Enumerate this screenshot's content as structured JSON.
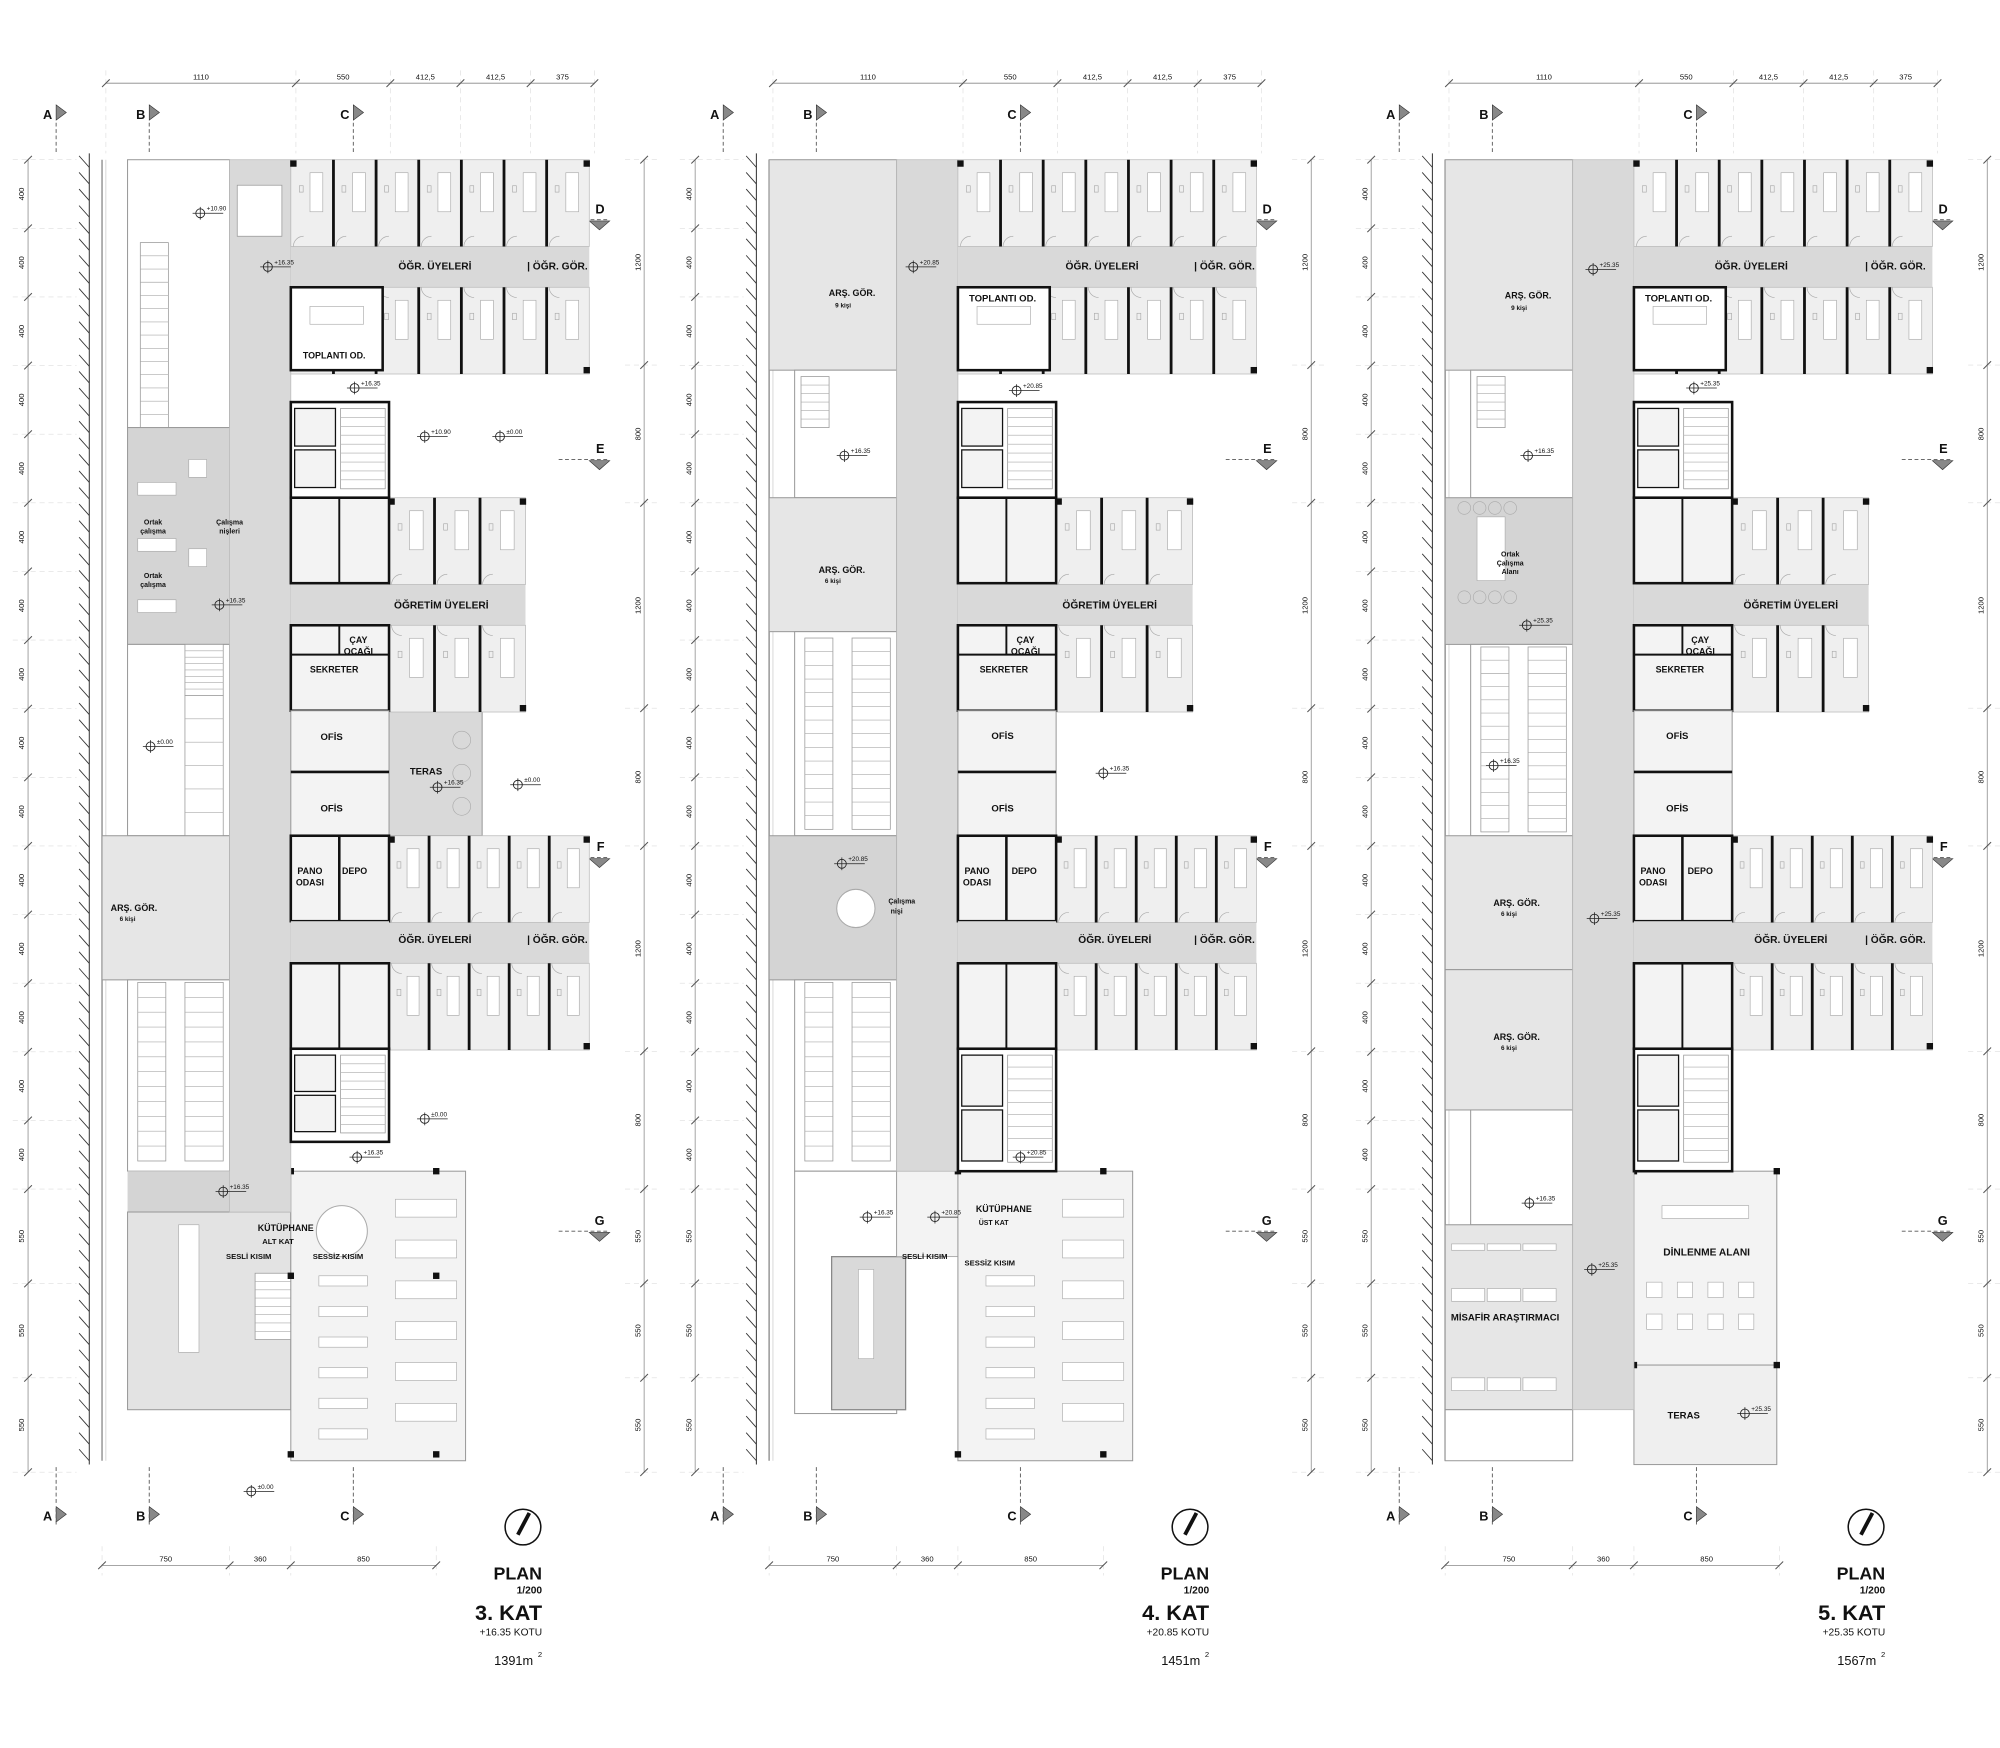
{
  "grid_labels": {
    "cols": [
      "A",
      "B",
      "C"
    ],
    "rows": [
      "D",
      "E",
      "F",
      "G"
    ]
  },
  "dimensions": {
    "top": [
      "1110",
      "550",
      "412,5",
      "412,5",
      "375"
    ],
    "bottom": [
      "750",
      "360",
      "850"
    ],
    "left": [
      "400",
      "400",
      "400",
      "400",
      "400",
      "400",
      "400",
      "400",
      "400",
      "400",
      "400",
      "400",
      "400",
      "400",
      "400",
      "550",
      "550",
      "550"
    ],
    "right": [
      "1200",
      "800",
      "1200",
      "800",
      "1200",
      "800",
      "550",
      "550",
      "550"
    ]
  },
  "plans": [
    {
      "title": "PLAN",
      "scale": "1/200",
      "floor": "3. KAT",
      "level": "+16.35 KOTU",
      "area": "1391m",
      "area_sup": "2",
      "rooms": [
        "ÖĞR. ÜYELERİ",
        "| ÖĞR. GÖR.",
        "TOPLANTI OD.",
        "Ortak",
        "çalışma",
        "Çalışma",
        "nişleri",
        "Ortak",
        "çalışma",
        "ÖĞRETİM ÜYELERİ",
        "ÇAY",
        "OCAĞI",
        "SEKRETER",
        "OFİS",
        "OFİS",
        "TERAS",
        "PANO",
        "ODASI",
        "DEPO",
        "ARŞ. GÖR.",
        "6 kişi",
        "ÖĞR. ÜYELERİ",
        "| ÖĞR. GÖR.",
        "KÜTÜPHANE",
        "ALT KAT",
        "SESLİ KISIM",
        "SESSİZ KISIM"
      ],
      "elevations": [
        "+10.90",
        "+16.35",
        "+16.35",
        "+10.90",
        "±0.00",
        "+16.35",
        "±0.00",
        "+16.35",
        "±0.00",
        "+16.35",
        "±0.00",
        "+16.35",
        "±0.00"
      ]
    },
    {
      "title": "PLAN",
      "scale": "1/200",
      "floor": "4. KAT",
      "level": "+20.85 KOTU",
      "area": "1451m",
      "area_sup": "2",
      "rooms": [
        "ARŞ. GÖR.",
        "9 kişi",
        "ÖĞR. ÜYELERİ",
        "| ÖĞR. GÖR.",
        "TOPLANTI OD.",
        "ARŞ. GÖR.",
        "6 kişi",
        "ÖĞRETİM ÜYELERİ",
        "ÇAY",
        "OCAĞI",
        "SEKRETER",
        "OFİS",
        "OFİS",
        "PANO",
        "ODASI",
        "DEPO",
        "Çalışma",
        "nişi",
        "ÖĞR. ÜYELERİ",
        "| ÖĞR. GÖR.",
        "KÜTÜPHANE",
        "ÜST KAT",
        "SESLİ KISIM",
        "SESSİZ KISIM"
      ],
      "elevations": [
        "+20.85",
        "+20.85",
        "+16.35",
        "+16.35",
        "+20.85",
        "+20.85",
        "+16.35",
        "+20.85"
      ]
    },
    {
      "title": "PLAN",
      "scale": "1/200",
      "floor": "5. KAT",
      "level": "+25.35 KOTU",
      "area": "1567m",
      "area_sup": "2",
      "rooms": [
        "ARŞ. GÖR.",
        "9 kişi",
        "ÖĞR. ÜYELERİ",
        "| ÖĞR. GÖR.",
        "TOPLANTI OD.",
        "Ortak",
        "Çalışma",
        "Alanı",
        "ÖĞRETİM ÜYELERİ",
        "ÇAY",
        "OCAĞI",
        "SEKRETER",
        "OFİS",
        "OFİS",
        "PANO",
        "ODASI",
        "DEPO",
        "ARŞ. GÖR.",
        "6 kişi",
        "ARŞ. GÖR.",
        "6 kişi",
        "ÖĞR. ÜYELERİ",
        "| ÖĞR. GÖR.",
        "DİNLENME ALANI",
        "MİSAFİR ARAŞTIRMACI",
        "TERAS"
      ],
      "elevations": [
        "+25.35",
        "+25.35",
        "+16.35",
        "+25.35",
        "+16.35",
        "+25.35",
        "+16.35",
        "+25.35",
        "+25.35"
      ]
    }
  ],
  "colors": {
    "corridor": "#d9d9d9",
    "room": "#efefef",
    "wall": "#111111",
    "dim": "#888888"
  }
}
